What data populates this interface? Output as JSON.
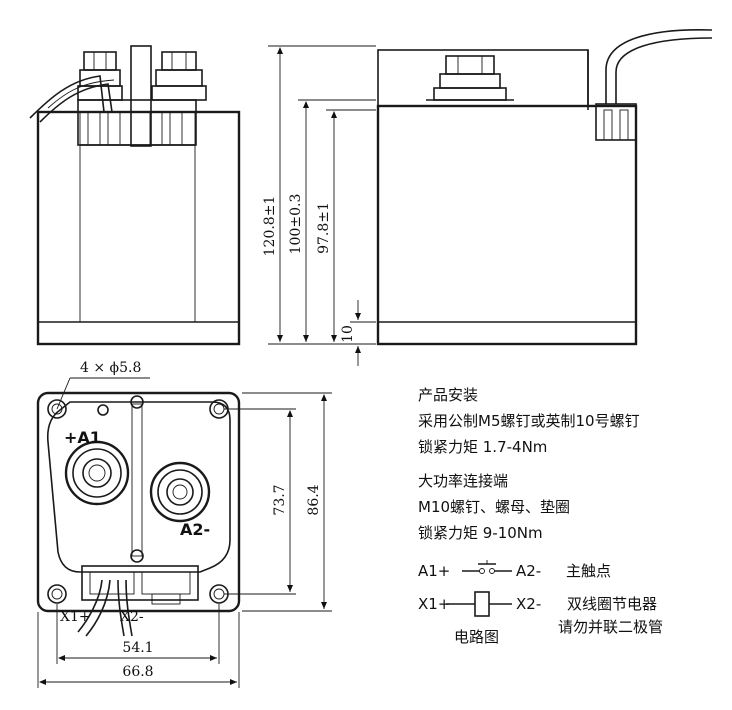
{
  "dimensions": {
    "height_total": "120.8±1",
    "height_body": "100±0.3",
    "height_cover": "97.8±1",
    "base_height": "10",
    "holes": "4 × ϕ5.8",
    "hole_span_vertical": "73.7",
    "overall_vertical": "86.4",
    "hole_span_horizontal": "54.1",
    "overall_horizontal": "66.8"
  },
  "terminals": {
    "a1": "+A1",
    "a2": "A2-",
    "x1": "X1+",
    "x2": "X2-"
  },
  "installation": {
    "title": "产品安装",
    "line1": "采用公制M5螺钉或英制10号螺钉",
    "line2": "锁紧力矩 1.7-4Nm"
  },
  "power_terminal": {
    "title": "大功率连接端",
    "line1": "M10螺钉、螺母、垫圈",
    "line2": "锁紧力矩 9-10Nm"
  },
  "circuit": {
    "a1": "A1+",
    "a2": "A2-",
    "main_contact": "主触点",
    "x1": "X1+",
    "x2": "X2-",
    "coil_label_1": "双线圈节电器",
    "coil_label_2": "请勿并联二极管",
    "caption": "电路图"
  }
}
